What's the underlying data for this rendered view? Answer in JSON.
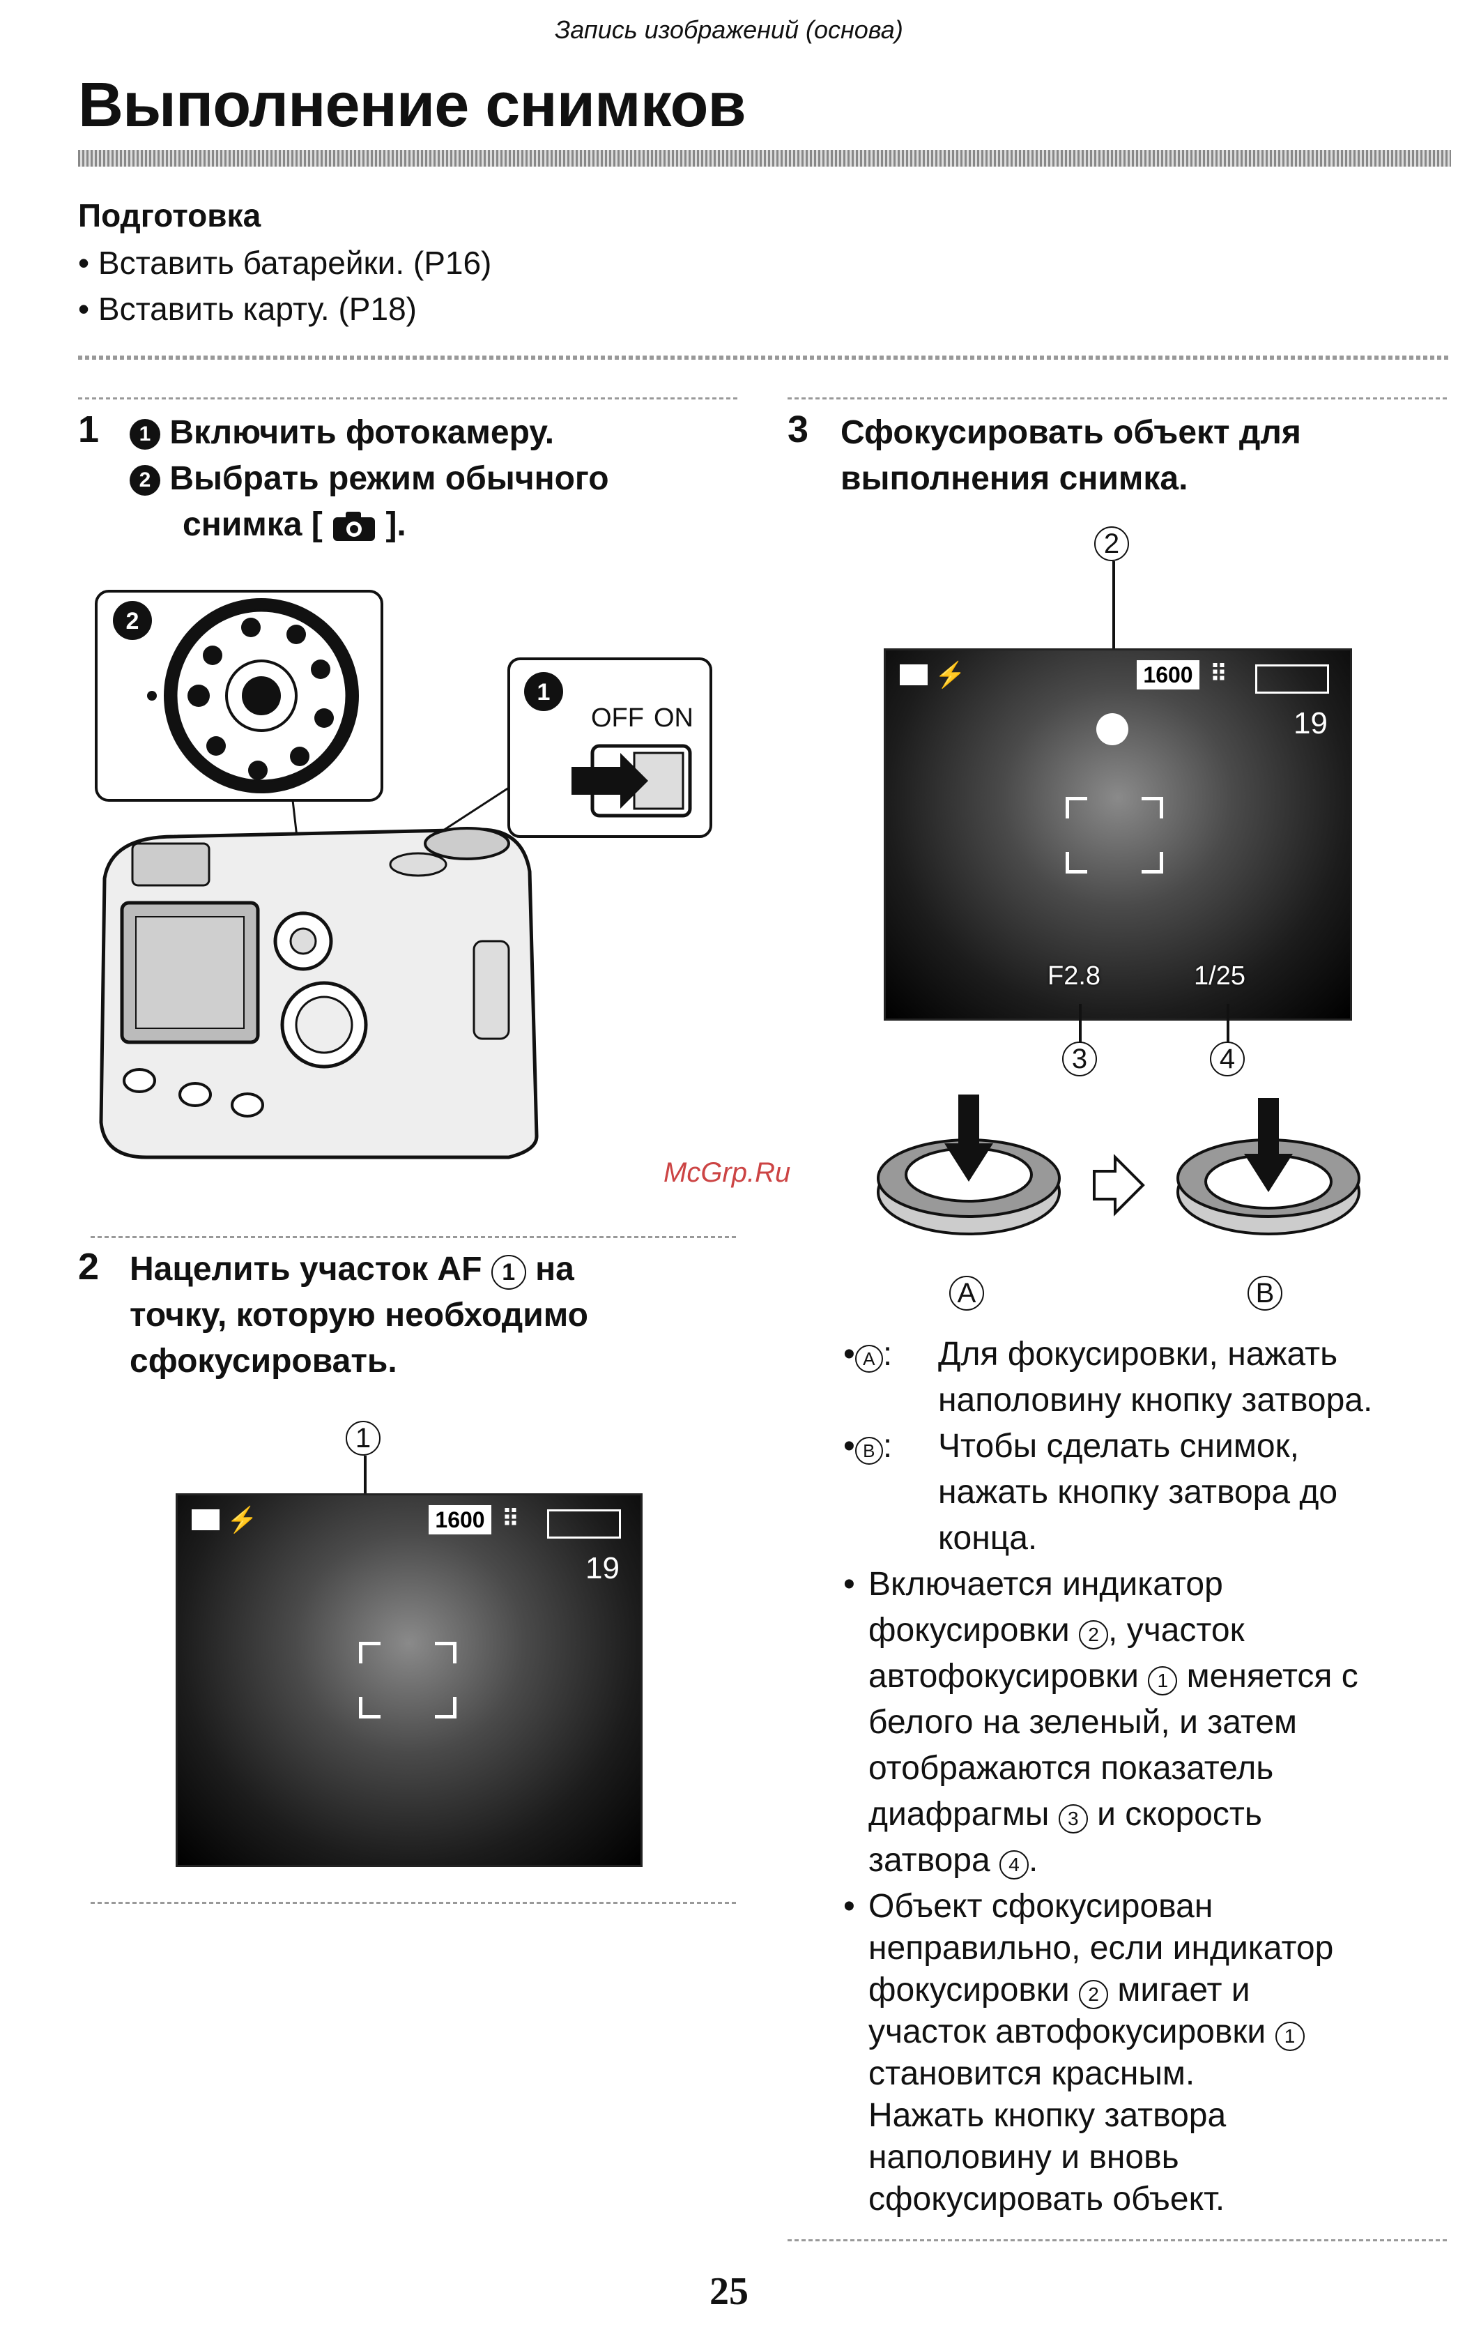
{
  "header": {
    "text": "Запись изображений (основа)"
  },
  "title": "Выполнение снимков",
  "preparation": {
    "title": "Подготовка",
    "items": [
      "• Вставить батарейки. (P16)",
      "• Вставить карту. (P18)"
    ]
  },
  "step1": {
    "number": "1",
    "line1_badge": "1",
    "line1": "Включить фотокамеру.",
    "line2_badge": "2",
    "line2": "Выбрать режим обычного",
    "line3_start": "снимка [",
    "line3_end": "].",
    "figure": {
      "callout1": "1",
      "callout2": "2",
      "off_label": "OFF",
      "on_label": "ON"
    }
  },
  "step2": {
    "number": "2",
    "line1": "Нацелить участок AF",
    "line1_marker": "1",
    "line1_end": "на",
    "line2": "точку, которую необходимо",
    "line3": "сфокусировать.",
    "figure": {
      "callout": "1",
      "iso": "1600",
      "count": "19"
    }
  },
  "step3": {
    "number": "3",
    "line1": "Сфокусировать объект для",
    "line2": "выполнения снимка.",
    "figure": {
      "callout_top": "2",
      "iso": "1600",
      "count": "19",
      "aperture": "F2.8",
      "shutter": "1/25",
      "callout_3": "3",
      "callout_4": "4",
      "label_a": "A",
      "label_b": "B"
    },
    "bullets": [
      {
        "marker": "A",
        "lines": [
          "Для фокусировки, нажать",
          "наполовину кнопку затвора."
        ]
      },
      {
        "marker": "B",
        "lines": [
          "Чтобы сделать снимок,",
          "нажать кнопку затвора до",
          "конца."
        ]
      }
    ],
    "para1": {
      "l1": "Включается индикатор",
      "l2a": "фокусировки",
      "l2m": "2",
      "l2b": ", участок",
      "l3a": "автофокусировки",
      "l3m": "1",
      "l3b": "меняется с",
      "l4": "белого на зеленый, и затем",
      "l5": "отображаются показатель",
      "l6a": "диафрагмы",
      "l6m": "3",
      "l6b": "и скорость",
      "l7a": "затвора",
      "l7m": "4",
      "l7b": "."
    },
    "para2": {
      "l1": "Объект сфокусирован",
      "l2": "неправильно, если индикатор",
      "l3a": "фокусировки",
      "l3m": "2",
      "l3b": "мигает и",
      "l4a": "участок автофокусировки",
      "l4m": "1",
      "l5": "становится красным.",
      "l6": "Нажать кнопку затвора",
      "l7": "наполовину и вновь",
      "l8": "сфокусировать объект."
    }
  },
  "watermark": "McGrp.Ru",
  "page_number": "25"
}
